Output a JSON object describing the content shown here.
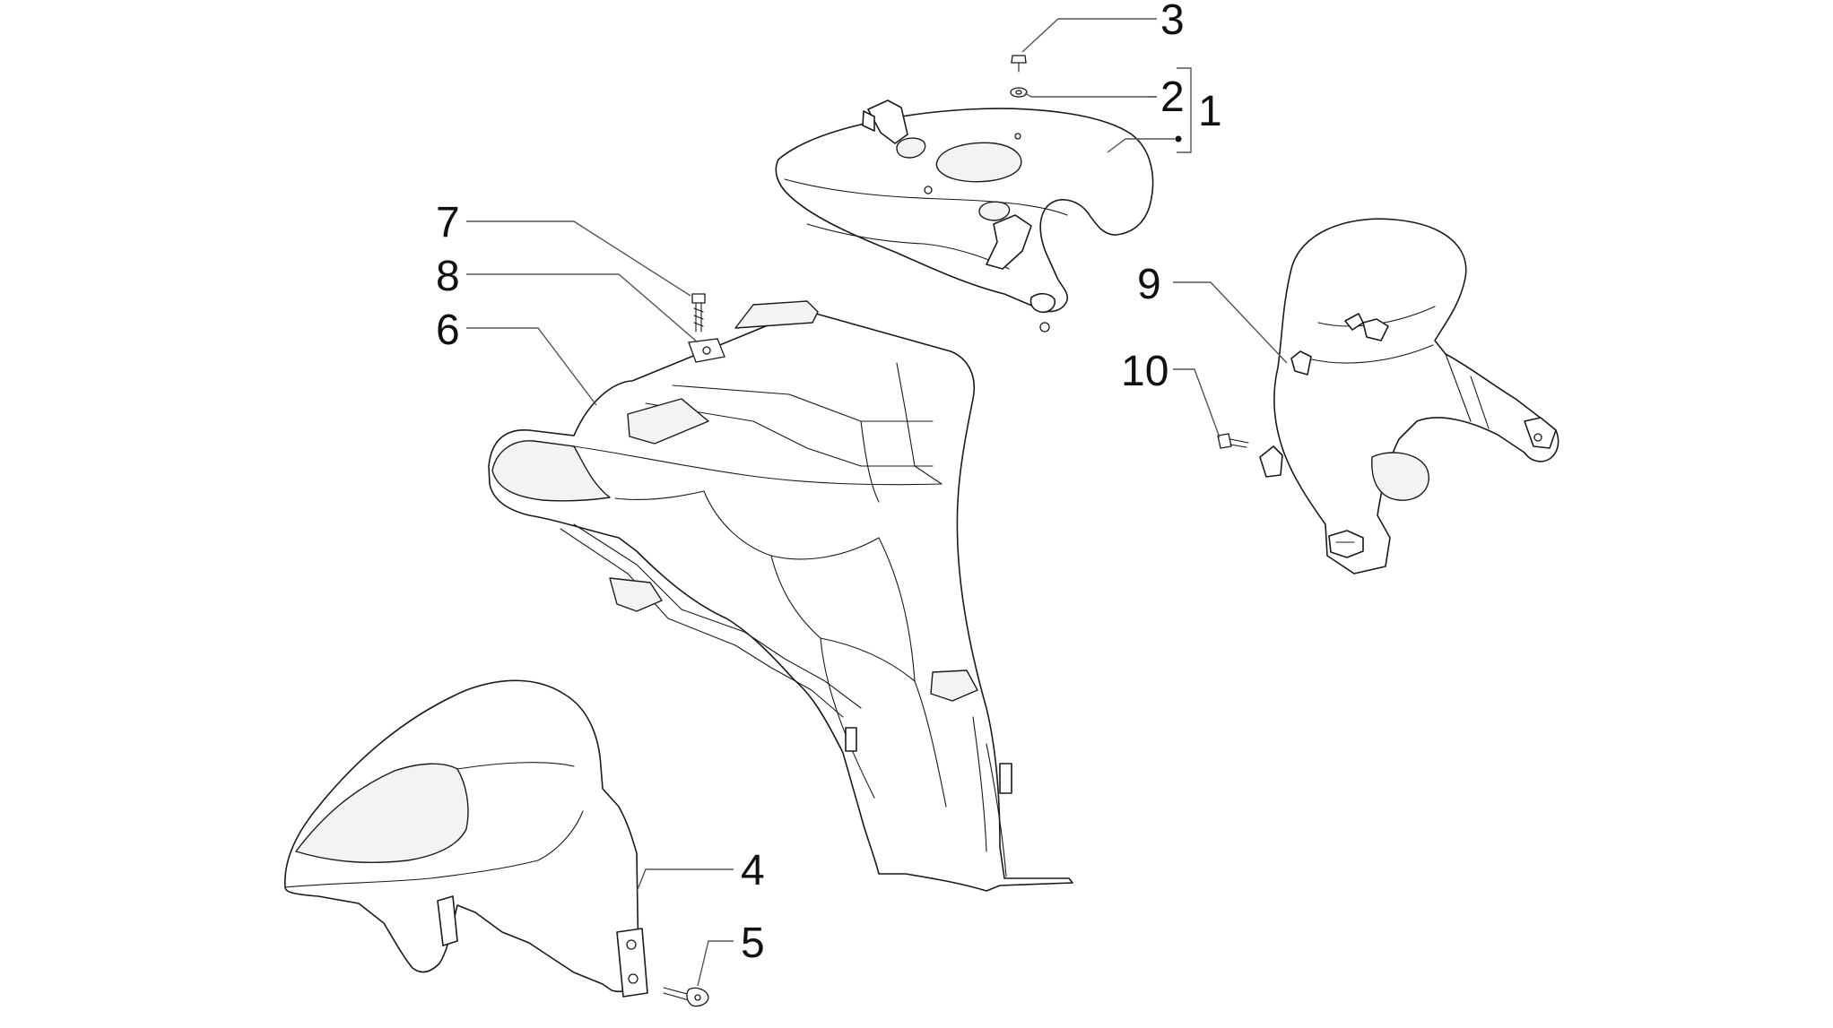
{
  "callouts": {
    "c1": "1",
    "c2": "2",
    "c3": "3",
    "c4": "4",
    "c5": "5",
    "c6": "6",
    "c7": "7",
    "c8": "8",
    "c9": "9",
    "c10": "10"
  },
  "colors": {
    "line": "#1a1a1a",
    "leader": "#555555",
    "background": "#ffffff"
  }
}
